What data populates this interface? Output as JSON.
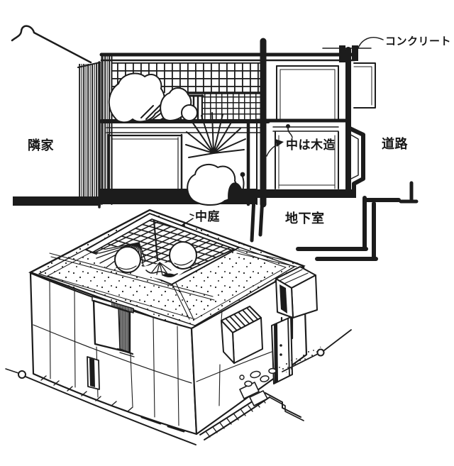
{
  "figure": {
    "kind": "hand-drawn architecture sketch: section above, axonometric below",
    "colors": {
      "ink": "#1c1c1c",
      "paper": "#ffffff"
    }
  },
  "labels": {
    "concrete": "コンクリート",
    "neighbor_house": "隣家",
    "road": "道路",
    "wood_interior": "中は木造",
    "basement": "地下室",
    "courtyard": "中庭"
  }
}
